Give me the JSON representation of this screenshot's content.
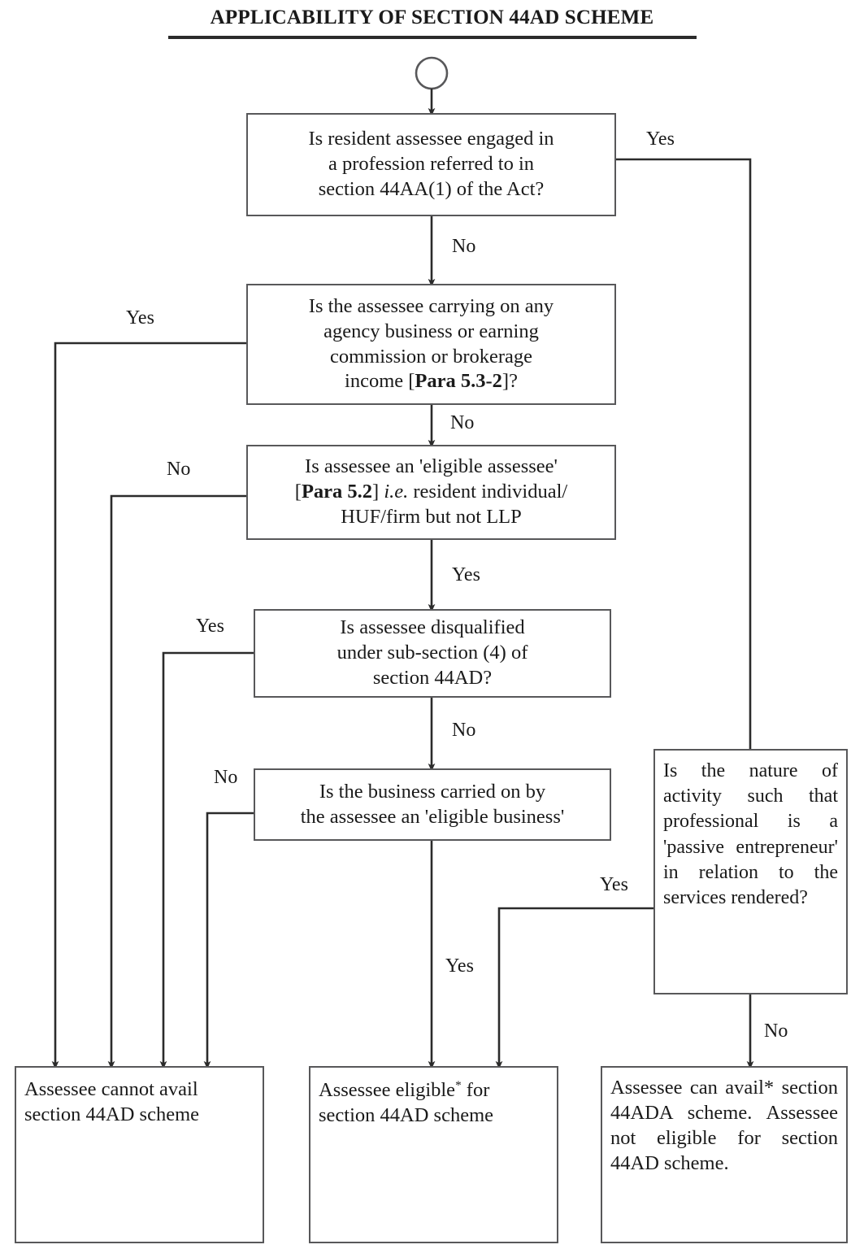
{
  "title": "APPLICABILITY OF SECTION 44AD SCHEME",
  "diagram": {
    "type": "flowchart",
    "start_node": {
      "shape": "circle",
      "label": ""
    },
    "nodes": [
      {
        "id": "q1",
        "shape": "rect",
        "lines": [
          "Is resident assessee engaged in",
          "a profession referred to in",
          "section 44AA(1) of the Act?"
        ],
        "text": "Is resident assessee engaged in a profession referred to in section 44AA(1) of the Act?"
      },
      {
        "id": "q2",
        "shape": "rect",
        "lines": [
          "Is the assessee carrying on any",
          "agency business or earning",
          "commission or brokerage",
          "income [Para 5.3-2]?"
        ],
        "text": "Is the assessee carrying on any agency business or earning commission or brokerage income [Para 5.3-2]?"
      },
      {
        "id": "q3",
        "shape": "rect",
        "lines": [
          "Is assessee an 'eligible assessee'",
          "[Para 5.2] i.e. resident individual/",
          "HUF/firm but not LLP"
        ],
        "text": "Is assessee an 'eligible assessee' [Para 5.2] i.e. resident individual/HUF/firm but not LLP"
      },
      {
        "id": "q4",
        "shape": "rect",
        "lines": [
          "Is assessee disqualified",
          "under sub-section (4) of",
          "section 44AD?"
        ],
        "text": "Is assessee disqualified under sub-section (4) of section 44AD?"
      },
      {
        "id": "q5",
        "shape": "rect",
        "lines": [
          "Is the business carried on by",
          "the assessee an 'eligible business'"
        ],
        "text": "Is the business carried on by the assessee an 'eligible business'"
      },
      {
        "id": "q6",
        "shape": "rect",
        "text": "Is the nature of activity such that professional is a 'passive entrepreneur' in relation to the services rendered?"
      },
      {
        "id": "r1",
        "shape": "rect",
        "lines": [
          "Assessee cannot avail",
          "section 44AD scheme"
        ],
        "text": "Assessee cannot avail section 44AD scheme"
      },
      {
        "id": "r2",
        "shape": "rect",
        "lines": [
          "Assessee eligible* for",
          "section 44AD scheme"
        ],
        "text": "Assessee eligible* for section 44AD scheme"
      },
      {
        "id": "r3",
        "shape": "rect",
        "text": "Assessee can avail* section 44ADA scheme. Assessee not eligible for section 44AD scheme."
      }
    ],
    "edges": [
      {
        "from": "start",
        "to": "q1",
        "label": ""
      },
      {
        "from": "q1",
        "to": "q6",
        "label": "Yes"
      },
      {
        "from": "q1",
        "to": "q2",
        "label": "No"
      },
      {
        "from": "q2",
        "to": "r1",
        "label": "Yes"
      },
      {
        "from": "q2",
        "to": "q3",
        "label": "No"
      },
      {
        "from": "q3",
        "to": "r1",
        "label": "No"
      },
      {
        "from": "q3",
        "to": "q4",
        "label": "Yes"
      },
      {
        "from": "q4",
        "to": "r1",
        "label": "Yes"
      },
      {
        "from": "q4",
        "to": "q5",
        "label": "No"
      },
      {
        "from": "q5",
        "to": "r1",
        "label": "No"
      },
      {
        "from": "q5",
        "to": "r2",
        "label": "Yes"
      },
      {
        "from": "q6",
        "to": "r2",
        "label": "Yes"
      },
      {
        "from": "q6",
        "to": "r3",
        "label": "No"
      }
    ],
    "edge_labels": {
      "q1_yes": "Yes",
      "q1_no": "No",
      "q2_yes": "Yes",
      "q2_no": "No",
      "q3_no": "No",
      "q3_yes": "Yes",
      "q4_yes": "Yes",
      "q4_no": "No",
      "q5_no": "No",
      "q5_yes": "Yes",
      "q6_yes": "Yes",
      "q6_no": "No"
    },
    "colors": {
      "box_border": "#58585a",
      "line": "#2b2b2b",
      "text": "#1a1a1a",
      "background": "#ffffff"
    }
  }
}
